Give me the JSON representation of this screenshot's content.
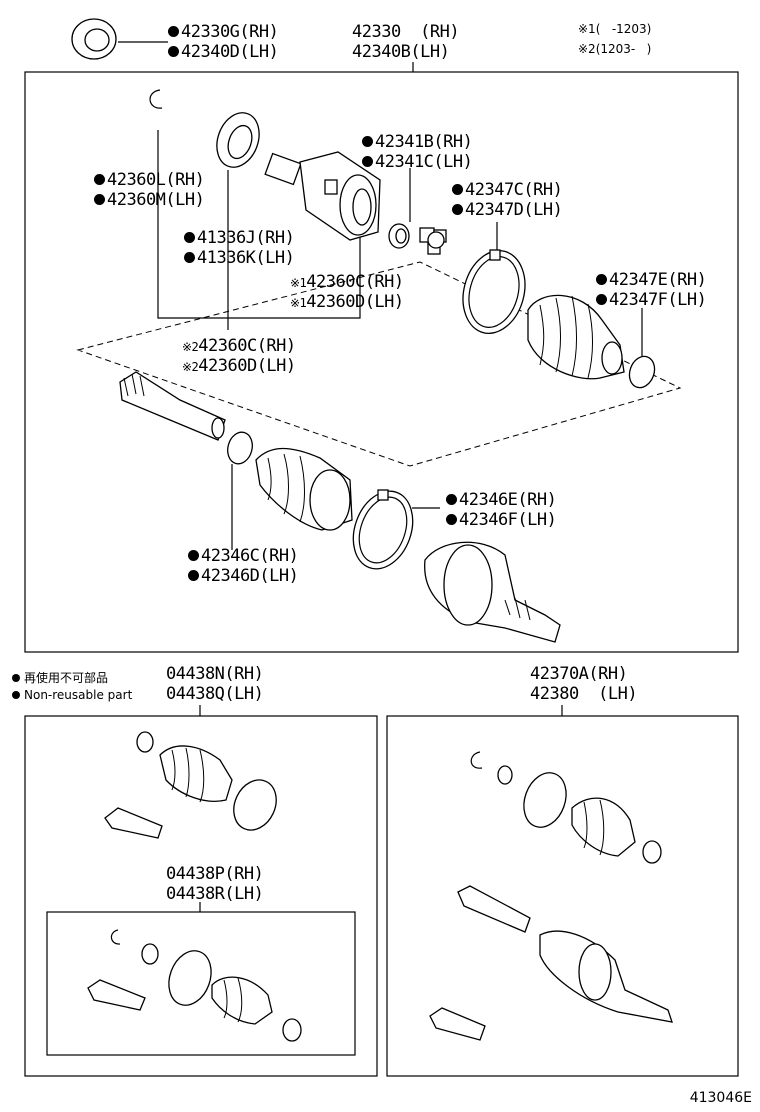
{
  "labels": {
    "seal_a": "42330G(RH)",
    "seal_b": "42340D(LH)",
    "assy_a": "42330  (RH)",
    "assy_b": "42340B(LH)",
    "note1": "※1(   -1203)",
    "note2": "※2(1203-   )",
    "clip_a": "42360L(RH)",
    "clip_b": "42360M(LH)",
    "inner_seal_a": "41336J(RH)",
    "inner_seal_b": "41336K(LH)",
    "ring_a": "42341B(RH)",
    "ring_b": "42341C(LH)",
    "band_big_a": "42347C(RH)",
    "band_big_b": "42347D(LH)",
    "band_small_a": "42347E(RH)",
    "band_small_b": "42347F(LH)",
    "joint1_a": "42360C(RH)",
    "joint1_b": "42360D(LH)",
    "joint2_a": "42360C(RH)",
    "joint2_b": "42360D(LH)",
    "outer_band_big_a": "42346E(RH)",
    "outer_band_big_b": "42346F(LH)",
    "outer_band_small_a": "42346C(RH)",
    "outer_band_small_b": "42346D(LH)",
    "kit1_a": "04438N(RH)",
    "kit1_b": "04438Q(LH)",
    "kit2_a": "04438P(RH)",
    "kit2_b": "04438R(LH)",
    "shaft_a": "42370A(RH)",
    "shaft_b": "42380  (LH)"
  },
  "markers": {
    "note1": "※1",
    "note2": "※2"
  },
  "legend": {
    "jp": "再使用不可部品",
    "en": "Non-reusable part"
  },
  "diagram_code": "413046E"
}
